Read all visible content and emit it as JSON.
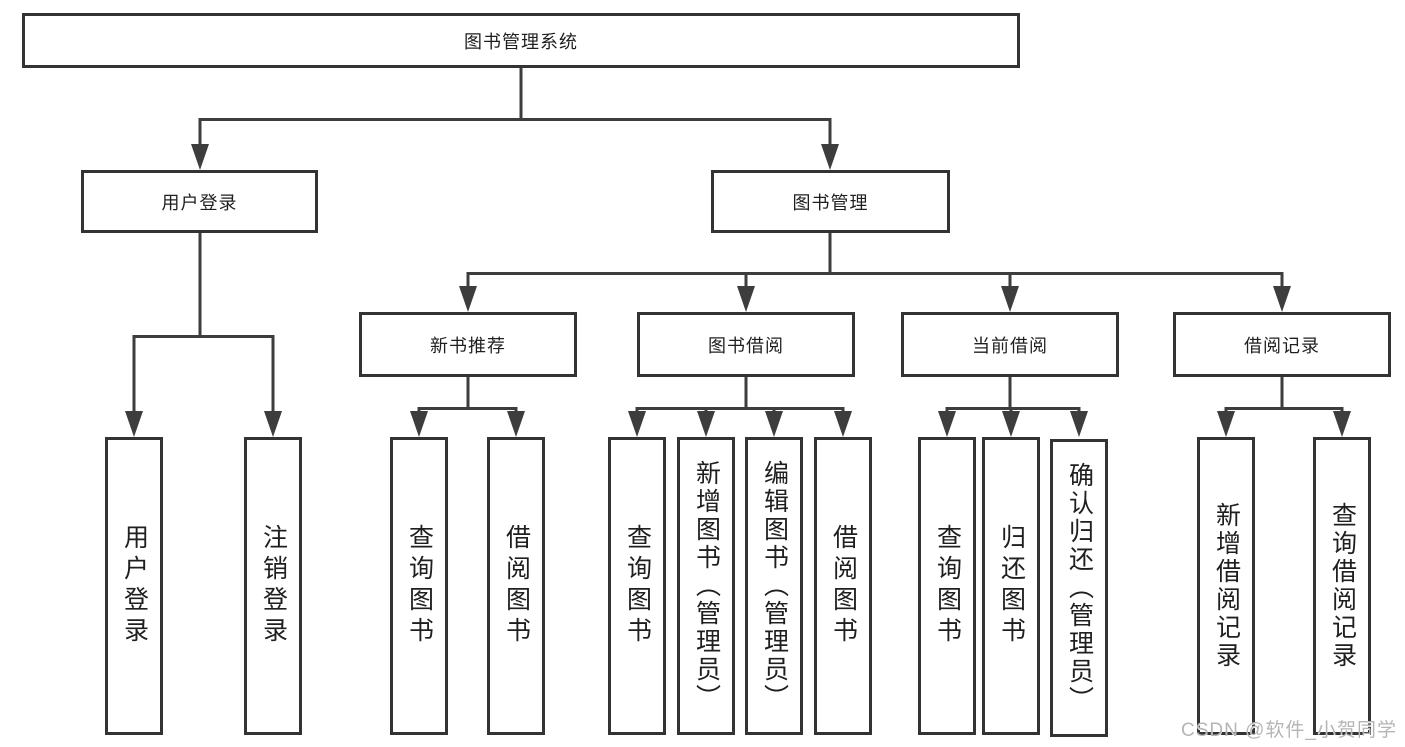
{
  "root": {
    "label": "图书管理系统"
  },
  "user_login": {
    "label": "用户登录",
    "children": [
      {
        "label": "用户登录"
      },
      {
        "label": "注销登录"
      }
    ]
  },
  "book_mgmt": {
    "label": "图书管理",
    "sections": [
      {
        "label": "新书推荐",
        "children": [
          {
            "label": "查询图书"
          },
          {
            "label": "借阅图书"
          }
        ]
      },
      {
        "label": "图书借阅",
        "children": [
          {
            "label": "查询图书"
          },
          {
            "label": "新增图书（管理员）"
          },
          {
            "label": "编辑图书（管理员）"
          },
          {
            "label": "借阅图书"
          }
        ]
      },
      {
        "label": "当前借阅",
        "children": [
          {
            "label": "查询图书"
          },
          {
            "label": "归还图书"
          },
          {
            "label": "确认归还（管理员）"
          }
        ]
      },
      {
        "label": "借阅记录",
        "children": [
          {
            "label": "新增借阅记录"
          },
          {
            "label": "查询借阅记录"
          }
        ]
      }
    ]
  },
  "watermark": "CSDN @软件_小贺同学",
  "colors": {
    "line": "#3d3d3d",
    "border": "#333333",
    "text": "#1f1f1f",
    "watermark": "#b5b5b5",
    "background": "#ffffff"
  }
}
